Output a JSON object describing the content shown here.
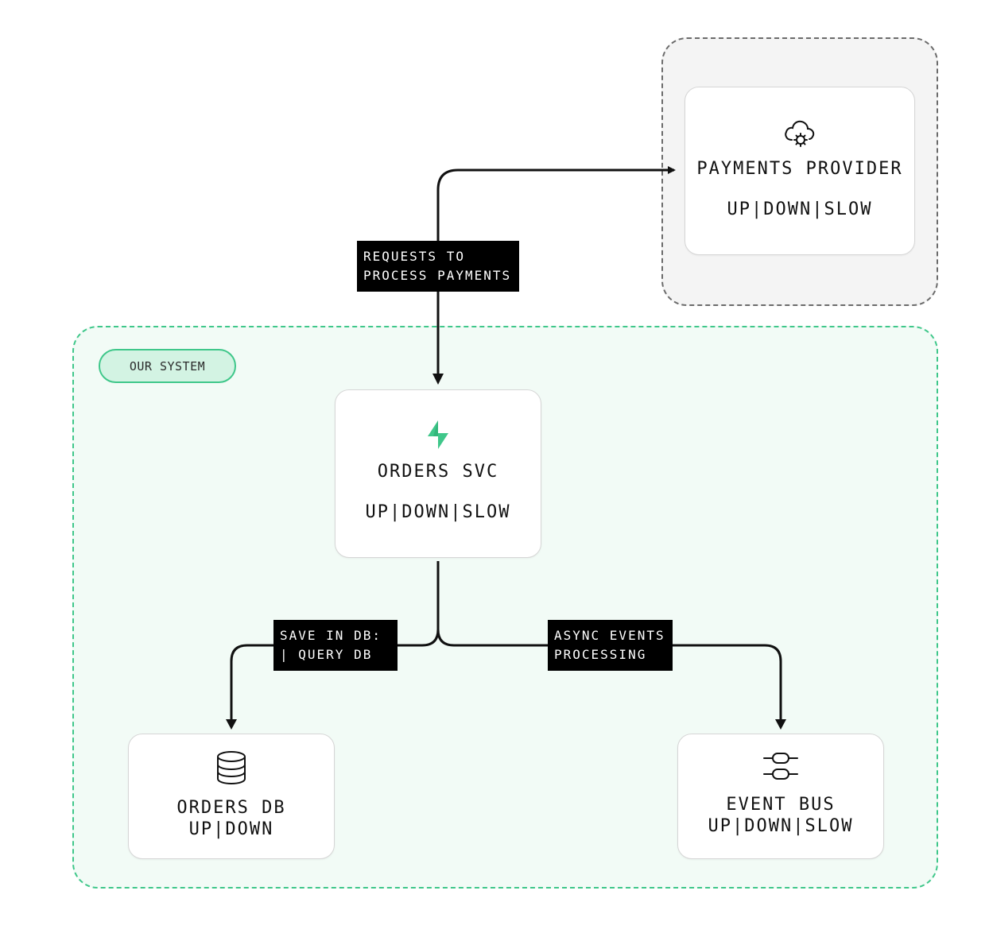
{
  "groups": {
    "external": {},
    "internal": {
      "tag": "OUR SYSTEM"
    }
  },
  "nodes": {
    "payments": {
      "title": "PAYMENTS PROVIDER",
      "status": "UP|DOWN|SLOW",
      "icon": "cloud-gear-icon"
    },
    "orders": {
      "title": "ORDERS SVC",
      "status": "UP|DOWN|SLOW",
      "icon": "bolt-icon"
    },
    "db": {
      "title": "ORDERS DB",
      "status": "UP|DOWN",
      "icon": "database-icon"
    },
    "bus": {
      "title": "EVENT BUS",
      "status": "UP|DOWN|SLOW",
      "icon": "event-bus-icon"
    }
  },
  "edges": {
    "requests": {
      "line1": "REQUESTS TO",
      "line2": "PROCESS PAYMENTS"
    },
    "save": {
      "line1": "SAVE IN DB:",
      "line2": "| QUERY DB"
    },
    "async": {
      "line1": "ASYNC EVENTS",
      "line2": "PROCESSING"
    }
  },
  "colors": {
    "accent_green": "#3fc78a",
    "internal_fill": "#f2fbf6",
    "external_fill": "#f4f4f4",
    "label_bg": "#000000"
  }
}
